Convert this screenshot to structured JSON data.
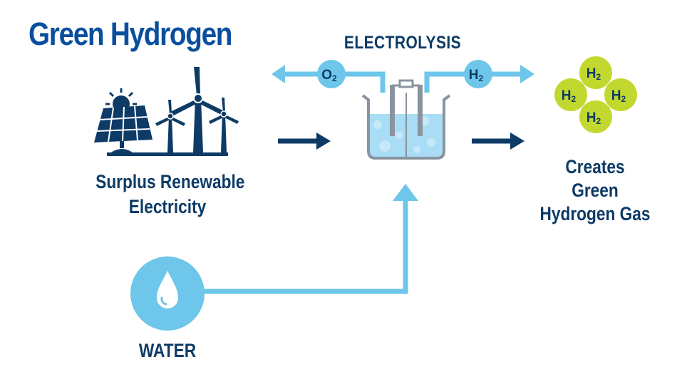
{
  "title": "Green Hydrogen",
  "process_label": "ELECTROLYSIS",
  "source_label": "Surplus Renewable Electricity",
  "source_label_lines": [
    "Surplus Renewable",
    "Electricity"
  ],
  "output_label_lines": [
    "Creates",
    "Green",
    "Hydrogen Gas"
  ],
  "water_label": "WATER",
  "oxygen_badge": {
    "element": "O",
    "subscript": "2"
  },
  "hydrogen_badge": {
    "element": "H",
    "subscript": "2"
  },
  "molecules": [
    {
      "element": "H",
      "subscript": "2"
    },
    {
      "element": "H",
      "subscript": "2"
    },
    {
      "element": "H",
      "subscript": "2"
    },
    {
      "element": "H",
      "subscript": "2"
    }
  ],
  "colors": {
    "title": "#0a4f9e",
    "navy": "#0d3b66",
    "light_blue": "#6ec6ea",
    "molecule_green": "#c3d82e",
    "beaker_gray": "#8a94a0",
    "water_fill": "#a9dcf5"
  },
  "icons": [
    "solar-panel-icon",
    "sun-icon",
    "wind-turbine-icon",
    "beaker-icon",
    "water-drop-icon",
    "arrow-right-icon",
    "arrow-up-icon"
  ]
}
